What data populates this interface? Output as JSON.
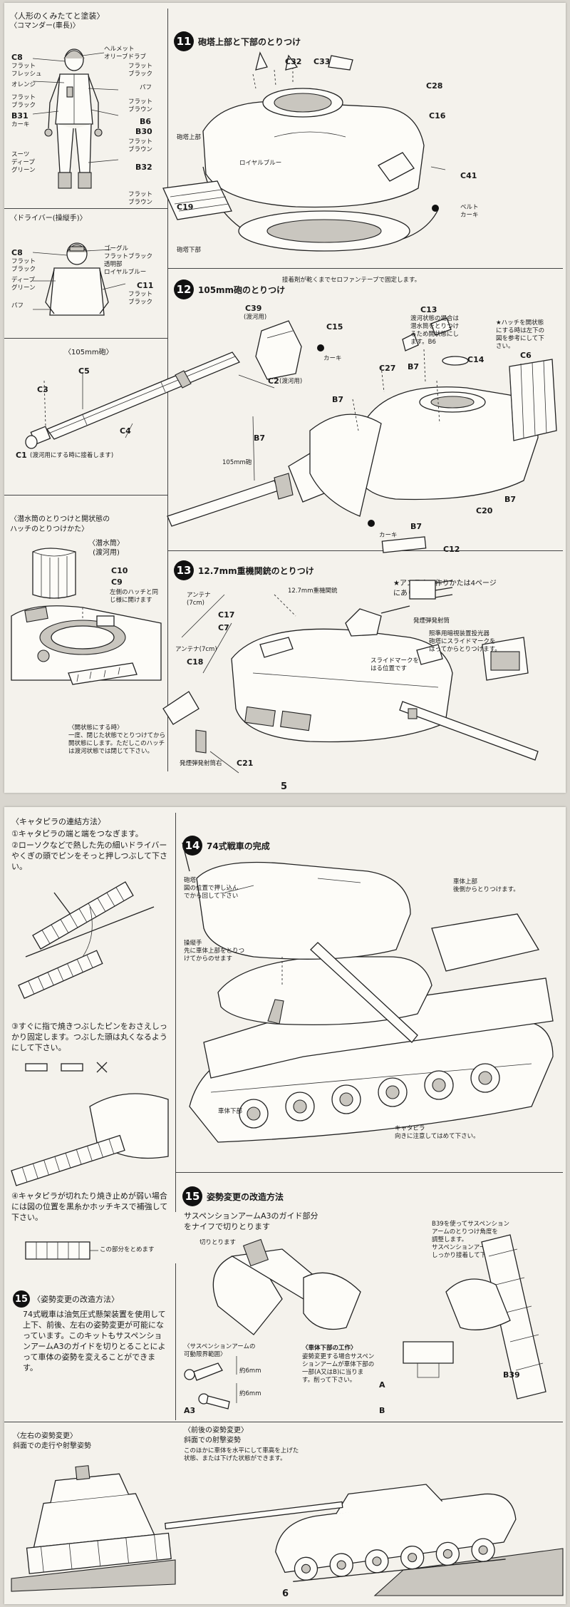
{
  "page5": {
    "number": "5",
    "figures": {
      "title": "〈人形のくみたてと塗装〉",
      "commander": "〈コマンダー(車長)〉",
      "commander_labels": {
        "c8": "C8",
        "c8_color": "フラット\nフレッシュ",
        "orange": "オレンジ",
        "flat_black_l": "フラット\nブラック",
        "b31": "B31",
        "khaki": "カーキ",
        "suits": "スーツ\nディープ\nグリーン",
        "helmet": "ヘルメット\nオリーブドラブ",
        "flat_black_r": "フラット\nブラック",
        "puff": "パフ",
        "flat_brown": "フラット\nブラウン",
        "b6": "B6",
        "b30": "B30",
        "flat_brown2": "フラット\nブラウン",
        "b32": "B32",
        "flat_brown3": "フラット\nブラウン"
      },
      "driver": "〈ドライバー(操縦手)〉",
      "driver_labels": {
        "c8": "C8",
        "flat_black": "フラット\nブラック",
        "deep_green": "ディープ\nグリーン",
        "puff": "パフ",
        "goggles": "ゴーグル\nフラットブラック\n透明部\nロイヤルブルー",
        "c11": "C11",
        "flat_black_r": "フラット\nブラック"
      }
    },
    "gun_105": {
      "title": "〈105mm砲〉",
      "c5": "C5",
      "c3": "C3",
      "c4": "C4",
      "c1": "C1",
      "c1_note": "(渡河用にする時に接着します)"
    },
    "snorkel": {
      "title": "〈潜水筒のとりつけと開状態の\nハッチのとりつけかた〉",
      "subtitle": "〈潜水筒〉\n(渡河用)",
      "c10": "C10",
      "c9": "C9",
      "note": "左側のハッチと同\nじ様に開けます",
      "open_note": "〈開状態にする時〉\n一度、閉じた状態でとりつけてから\n開状態にします。ただしこのハッチ\nは渡河状態では閉じて下さい。"
    },
    "step11": {
      "num": "11",
      "title": "砲塔上部と下部のとりつけ",
      "c32": "C32",
      "c33": "C33",
      "c28": "C28",
      "c16": "C16",
      "c41": "C41",
      "c19": "C19",
      "turret_upper": "砲塔上部",
      "turret_lower": "砲塔下部",
      "royal_blue": "ロイヤルブルー",
      "belt": "ベルト\nカーキ",
      "tape_note": "接着剤が乾くまでセロファンテープで固定します。"
    },
    "step12": {
      "num": "12",
      "title": "105mm砲のとりつけ",
      "c39": "C39",
      "c39_note": "(渡河用)",
      "c15": "C15",
      "khaki": "カーキ",
      "c2": "C2",
      "c2_note": "(渡河用)",
      "c13": "C13",
      "c13_note": "渡河状態の場合は\n潜水筒をとりつけ\nるため開状態にし\nます。B6",
      "hatch_note": "★ハッチを開状態\nにする時は左下の\n図を参考にして下\nさい。",
      "c14": "C14",
      "c6": "C6",
      "c27": "C27",
      "b7": "B7",
      "gun_label": "105mm砲",
      "c20": "C20",
      "c12": "C12",
      "khaki2": "カーキ"
    },
    "step13": {
      "num": "13",
      "title": "12.7mm重機関銃のとりつけ",
      "antenna_note": "★アンテナの作りかたは4ページ\nにあります。",
      "antenna": "アンテナ\n(7cm)",
      "mg_label": "12.7mm重機関銃",
      "c17": "C17",
      "c7": "C7",
      "c18": "C18",
      "c21": "C21",
      "antenna2": "アンテナ(7cm)",
      "smoke1": "発煙弾発射筒",
      "sensor_note": "照準用暗視装置投光器\n砲塔にスライドマークを\nはってからとりつけます。",
      "slide_note": "スライドマークを\nはる位置です",
      "smoke2": "発煙弾発射筒右"
    }
  },
  "page6": {
    "number": "6",
    "track": {
      "title": "〈キャタピラの連結方法〉",
      "step1": "①キャタピラの端と端をつなぎます。",
      "step2": "②ローソクなどで熱した先の細いドライバーやくぎの頭でピンをそっと押しつぶして下さい。",
      "step3": "③すぐに指で焼きつぶしたピンをおさえしっかり固定します。つぶした頭は丸くなるようにして下さい。",
      "step4": "④キャタピラが切れたり焼き止めが弱い場合には図の位置を黒糸かホッチキスで補強して下さい。",
      "fix_note": "この部分をとめます"
    },
    "posture_left": {
      "num": "15",
      "title": "〈姿勢変更の改造方法〉",
      "body": "74式戦車は油気圧式懸架装置を使用して上下、前後、左右の姿勢変更が可能になっています。このキットもサスペンションアームA3のガイドを切りとることによって車体の姿勢を変えることができます。"
    },
    "tilt": {
      "title": "〈左右の姿勢変更〉",
      "subtitle": "斜面での走行や射撃姿勢"
    },
    "step14": {
      "num": "14",
      "title": "74式戦車の完成",
      "turret_note": "砲塔\n図の位置で押し込ん\nでから回して下さい",
      "hull_upper": "車体上部\n後側からとりつけます。",
      "driver_note": "操縦手\n先に車体上部をとりつ\nけてからのせます",
      "hull_lower": "車体下部",
      "track_note": "キャタピラ\n向きに注意してはめて下さい。"
    },
    "step15": {
      "num": "15",
      "title": "姿勢変更の改造方法",
      "cut_intro": "サスペンションアームA3のガイド部分\nをナイフで切りとります",
      "cut": "切りとります",
      "b39_note": "B39を使ってサスペンション\nアームのとりつけ角度を\n調整します。\nサスペンションアームは\nしっかり接着して下さい。",
      "range_title": "〈サスペンションアームの\n可動限界範囲〉",
      "dim1": "約6mm",
      "dim2": "約6mm",
      "a3": "A3",
      "hull_work_title": "〈車体下部の工作〉",
      "hull_work": "姿勢変更する場合サスペン\nションアームが車体下部の\n一部(A又はB)に当りま\nす。削って下さい。",
      "a": "A",
      "b": "B",
      "b39": "B39",
      "pitch_title": "〈前後の姿勢変更〉",
      "pitch_sub": "斜面での射撃姿勢",
      "pitch_body": "このほかに車体を水平にして車高を上げた\n状態、または下げた状態ができます。"
    }
  }
}
